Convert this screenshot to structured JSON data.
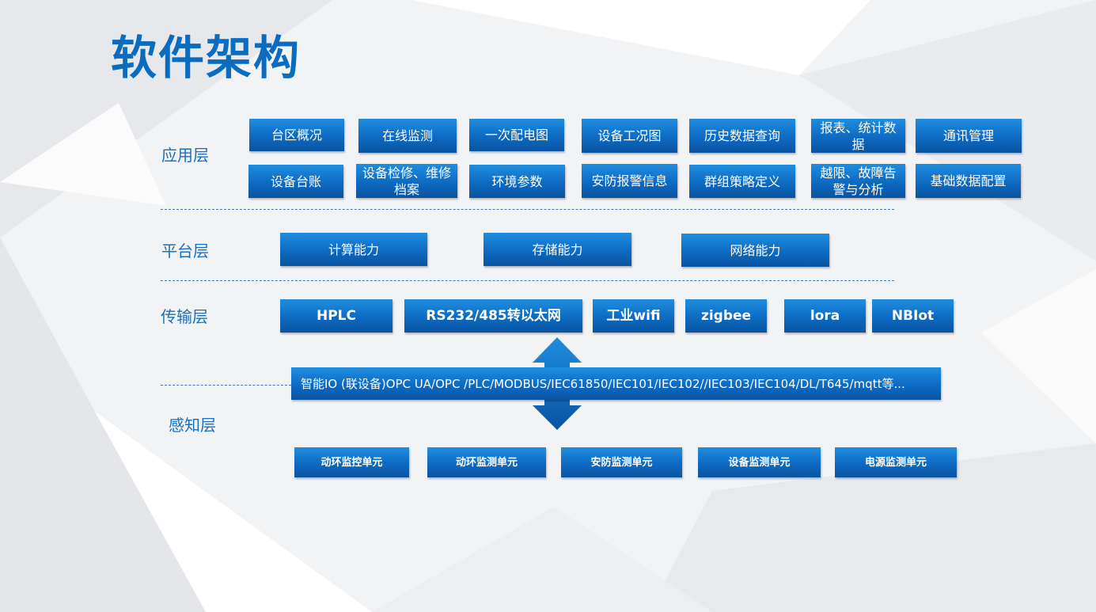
{
  "title": "软件架构",
  "layers": {
    "app": "应用层",
    "platform": "平台层",
    "transport": "传输层",
    "perception": "感知层"
  },
  "app_items": [
    "台区概况",
    "在线监测",
    "一次配电图",
    "设备工况图",
    "历史数据查询",
    "报表、统计数据",
    "通讯管理",
    "设备台账",
    "设备检修、维修档案",
    "环境参数",
    "安防报警信息",
    "群组策略定义",
    "越限、故障告警与分析",
    "基础数据配置"
  ],
  "platform_items": [
    "计算能力",
    "存储能力",
    "网络能力"
  ],
  "transport_items": [
    "HPLC",
    "RS232/485转以太网",
    "工业wifi",
    "zigbee",
    "lora",
    "NBIot"
  ],
  "protocol_text": "智能IO (联设备)OPC UA/OPC /PLC/MODBUS/IEC61850/IEC101/IEC102//IEC103/IEC104/DL/T645/mqtt等...",
  "perception_items": [
    "动环监控单元",
    "动环监测单元",
    "安防监测单元",
    "设备监测单元",
    "电源监测单元"
  ],
  "colors": {
    "accent": "#0a6cc0",
    "box_top": "#1f8ee0",
    "box_bottom": "#0a54a0"
  }
}
